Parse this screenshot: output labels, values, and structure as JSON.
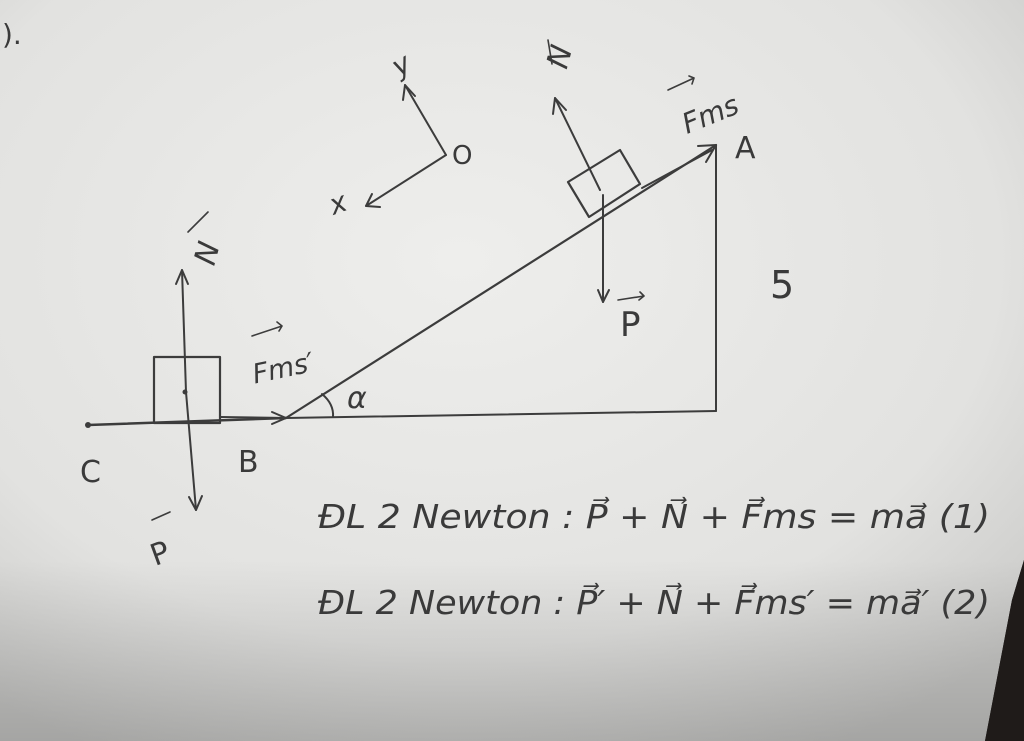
{
  "corner_mark": ").",
  "points": {
    "A": "A",
    "B": "B",
    "C": "C",
    "O": "O"
  },
  "axes": {
    "x": "x",
    "y": "y"
  },
  "angle_label": "α",
  "height_label": "5",
  "forces": {
    "incline_normal": "N",
    "incline_friction": "Fms",
    "incline_weight": "P",
    "flat_normal": "N",
    "flat_friction": "Fms′",
    "flat_weight": "P"
  },
  "equations": [
    "ĐL 2 Newton :  P⃗ + N⃗ + F⃗ms = ma⃗ (1)",
    "ĐL 2 Newton :  P⃗′ + N⃗ + F⃗ms′ = ma⃗′ (2)"
  ],
  "colors": {
    "paper": "#e6e6e4",
    "ink": "#3c3c3c",
    "background": "#2a2624"
  }
}
